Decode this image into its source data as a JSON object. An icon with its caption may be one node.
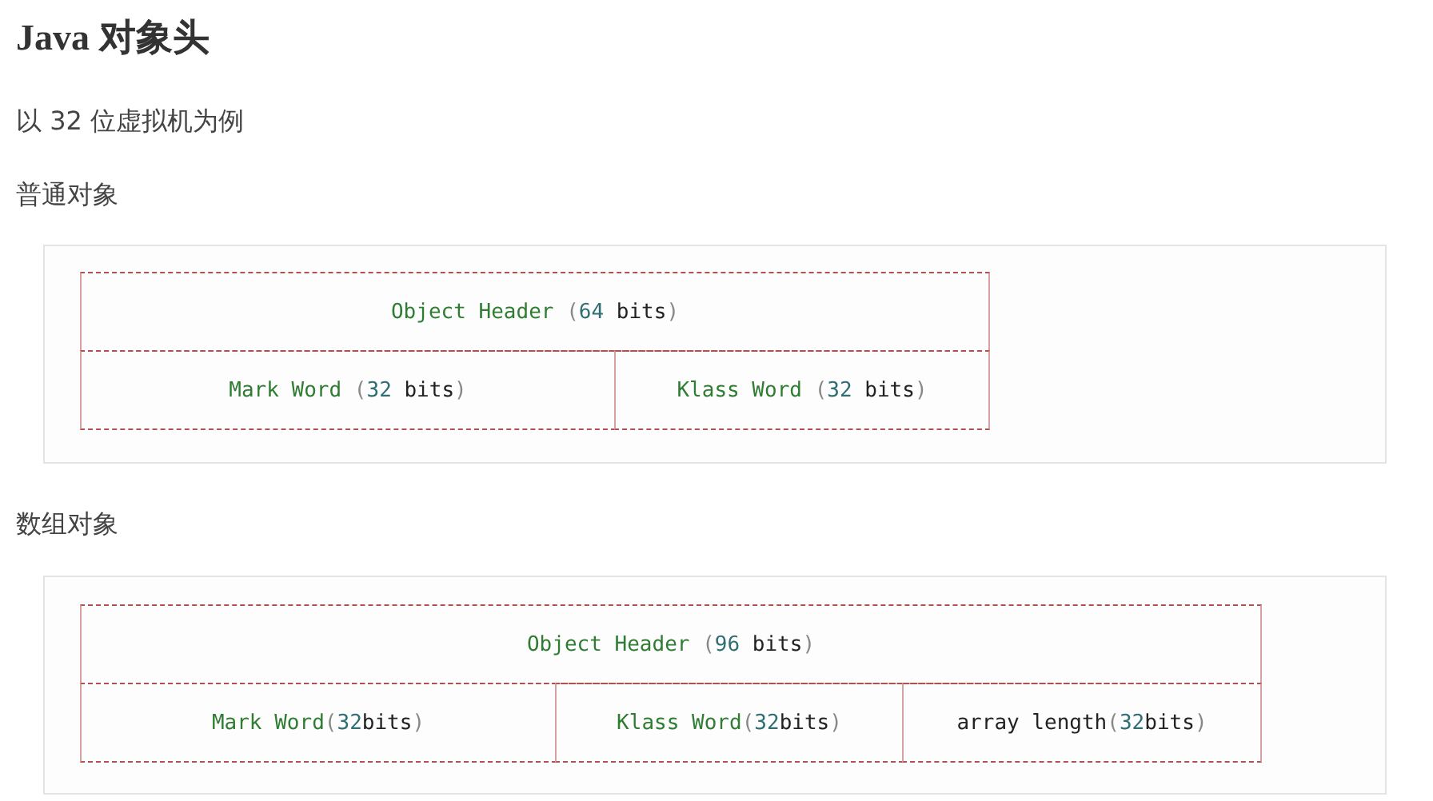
{
  "diagram": {
    "title": "Java 对象头",
    "nodes": [
      {
        "text": [
          "Object Header (64 bits)"
        ]
      },
      {
        "text": [
          "Mark Word (32 bits)"
        ]
      },
      {
        "text": [
          "Klass Word (32 bits)"
        ]
      },
      {
        "text": [
          "Object Header (96 bits)"
        ]
      },
      {
        "text": [
          "Mark Word(32bits)"
        ]
      },
      {
        "text": [
          "Klass Word(32bits)"
        ]
      },
      {
        "text": [
          "array length(32bits)"
        ]
      }
    ],
    "edges": [],
    "labels": [
      "以 32 位虚拟机为例",
      "普通对象",
      "数组对象"
    ]
  }
}
